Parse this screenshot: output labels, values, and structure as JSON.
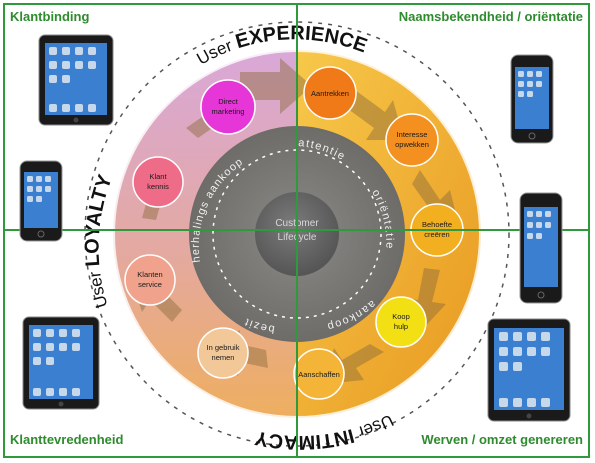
{
  "quadrants": {
    "top_left": "Klantbinding",
    "top_right": "Naamsbekendheid / oriëntatie",
    "bottom_left": "Klanttevredenheid",
    "bottom_right": "Werven / omzet genereren"
  },
  "ring_labels": {
    "top_word1": "User",
    "top_word2": "EXPERIENCE",
    "left_word1": "User",
    "left_word2": "LOYALTY",
    "bottom_word1": "User",
    "bottom_word2": "INTIMACY"
  },
  "center": {
    "line1": "Customer",
    "line2": "Lifecycle"
  },
  "inner_ring": {
    "top_left": "herhalings aankoop",
    "top_right": "attentie",
    "right": "oriëntatie",
    "bottom_right": "aankoop",
    "bottom_left": "bezit"
  },
  "steps": [
    {
      "line1": "Aantrekken",
      "line2": ""
    },
    {
      "line1": "Interesse",
      "line2": "opwekken"
    },
    {
      "line1": "Behoefte",
      "line2": "creëren"
    },
    {
      "line1": "Koop",
      "line2": "hulp"
    },
    {
      "line1": "Aanschaffen",
      "line2": ""
    },
    {
      "line1": "In gebruik",
      "line2": "nemen"
    },
    {
      "line1": "Klanten",
      "line2": "service"
    },
    {
      "line1": "Klant",
      "line2": "kennis"
    },
    {
      "line1": "Direct",
      "line2": "marketing"
    }
  ],
  "colors": {
    "frame_green": "#2e9a3c",
    "warm_orange": "#f0a020",
    "pink": "#d8a2c8",
    "magenta": "#e040d8",
    "salmon": "#f4a090",
    "yellow": "#f0e020"
  },
  "device_icons": [
    "tablet-icon",
    "phone-icon",
    "tablet-icon",
    "phone-icon",
    "phone-icon",
    "tablet-icon"
  ]
}
